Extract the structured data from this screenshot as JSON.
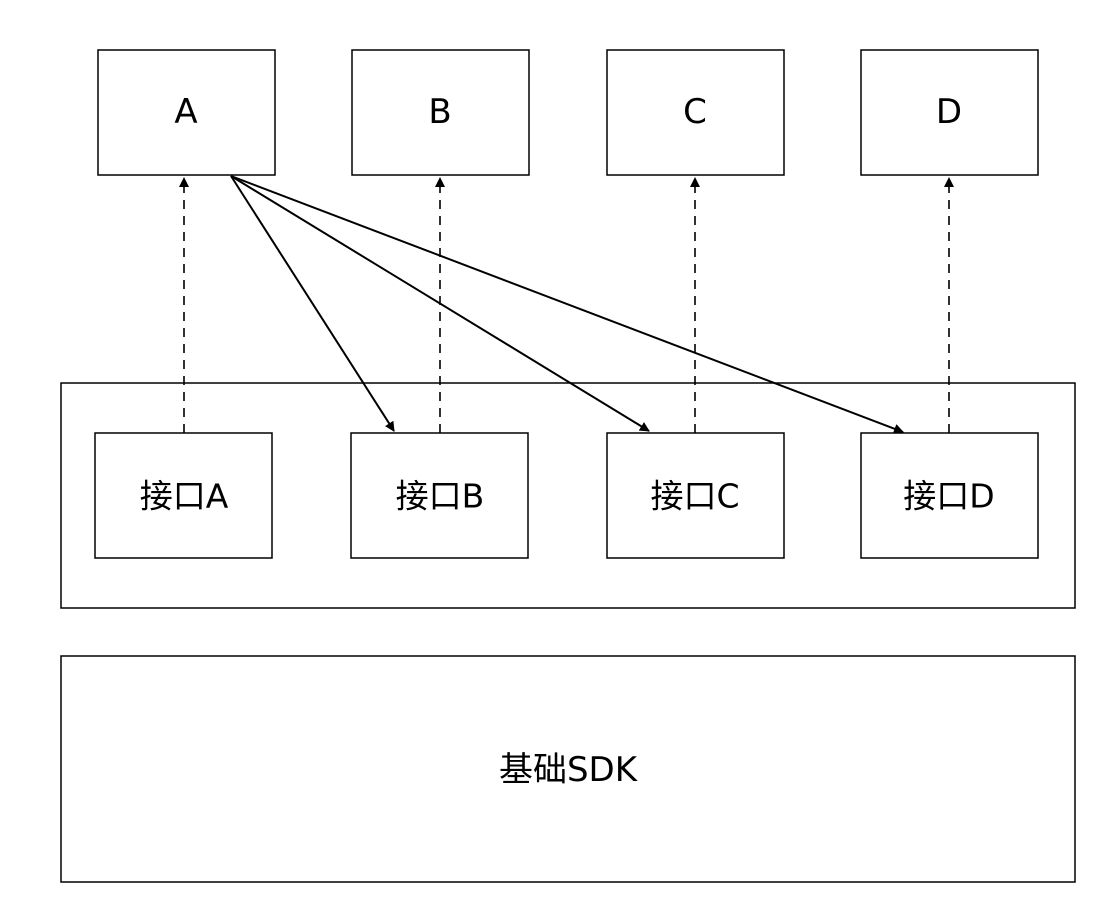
{
  "modules": [
    {
      "id": "A",
      "label": "A"
    },
    {
      "id": "B",
      "label": "B"
    },
    {
      "id": "C",
      "label": "C"
    },
    {
      "id": "D",
      "label": "D"
    }
  ],
  "interfaces": [
    {
      "id": "A",
      "label": "接口A"
    },
    {
      "id": "B",
      "label": "接口B"
    },
    {
      "id": "C",
      "label": "接口C"
    },
    {
      "id": "D",
      "label": "接口D"
    }
  ],
  "base": {
    "label": "基础SDK"
  },
  "edges": [
    {
      "from": "interface-A",
      "to": "module-A",
      "style": "dashed"
    },
    {
      "from": "interface-B",
      "to": "module-B",
      "style": "dashed"
    },
    {
      "from": "interface-C",
      "to": "module-C",
      "style": "dashed"
    },
    {
      "from": "interface-D",
      "to": "module-D",
      "style": "dashed"
    },
    {
      "from": "module-A",
      "to": "interface-B",
      "style": "solid"
    },
    {
      "from": "module-A",
      "to": "interface-C",
      "style": "solid"
    },
    {
      "from": "module-A",
      "to": "interface-D",
      "style": "solid"
    }
  ]
}
